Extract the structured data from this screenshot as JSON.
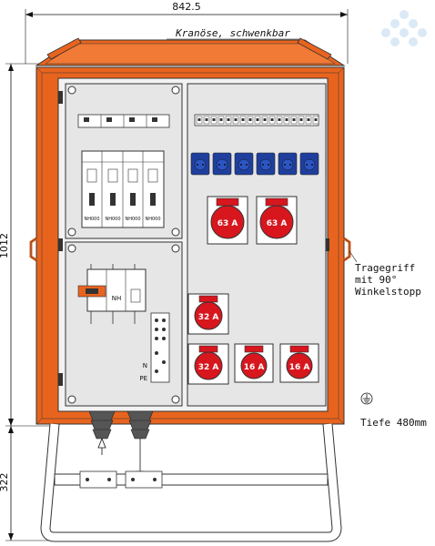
{
  "dimensions": {
    "width": "842.5",
    "height": "1012",
    "stand_height": "322"
  },
  "labels": {
    "crane": "Kranöse, schwenkbar",
    "handle_line1": "Tragegriff",
    "handle_line2": "mit 90°",
    "handle_line3": "Winkelstopp",
    "depth": "Tiefe 480mm"
  },
  "fuse_labels": [
    "NH000",
    "NH000",
    "NH000",
    "NH000"
  ],
  "switch_label": "NH",
  "terminal_n": "N",
  "terminal_pe": "PE",
  "sockets": {
    "cee63_1": "63 A",
    "cee63_2": "63 A",
    "cee32_1": "32 A",
    "cee32_2": "32 A",
    "cee16_1": "16 A",
    "cee16_2": "16 A"
  },
  "colors": {
    "housing": "#e8641e",
    "socket_red": "#d7161e",
    "schuko_blue": "#1f3f9e",
    "panel_grey": "#e6e6e6"
  }
}
